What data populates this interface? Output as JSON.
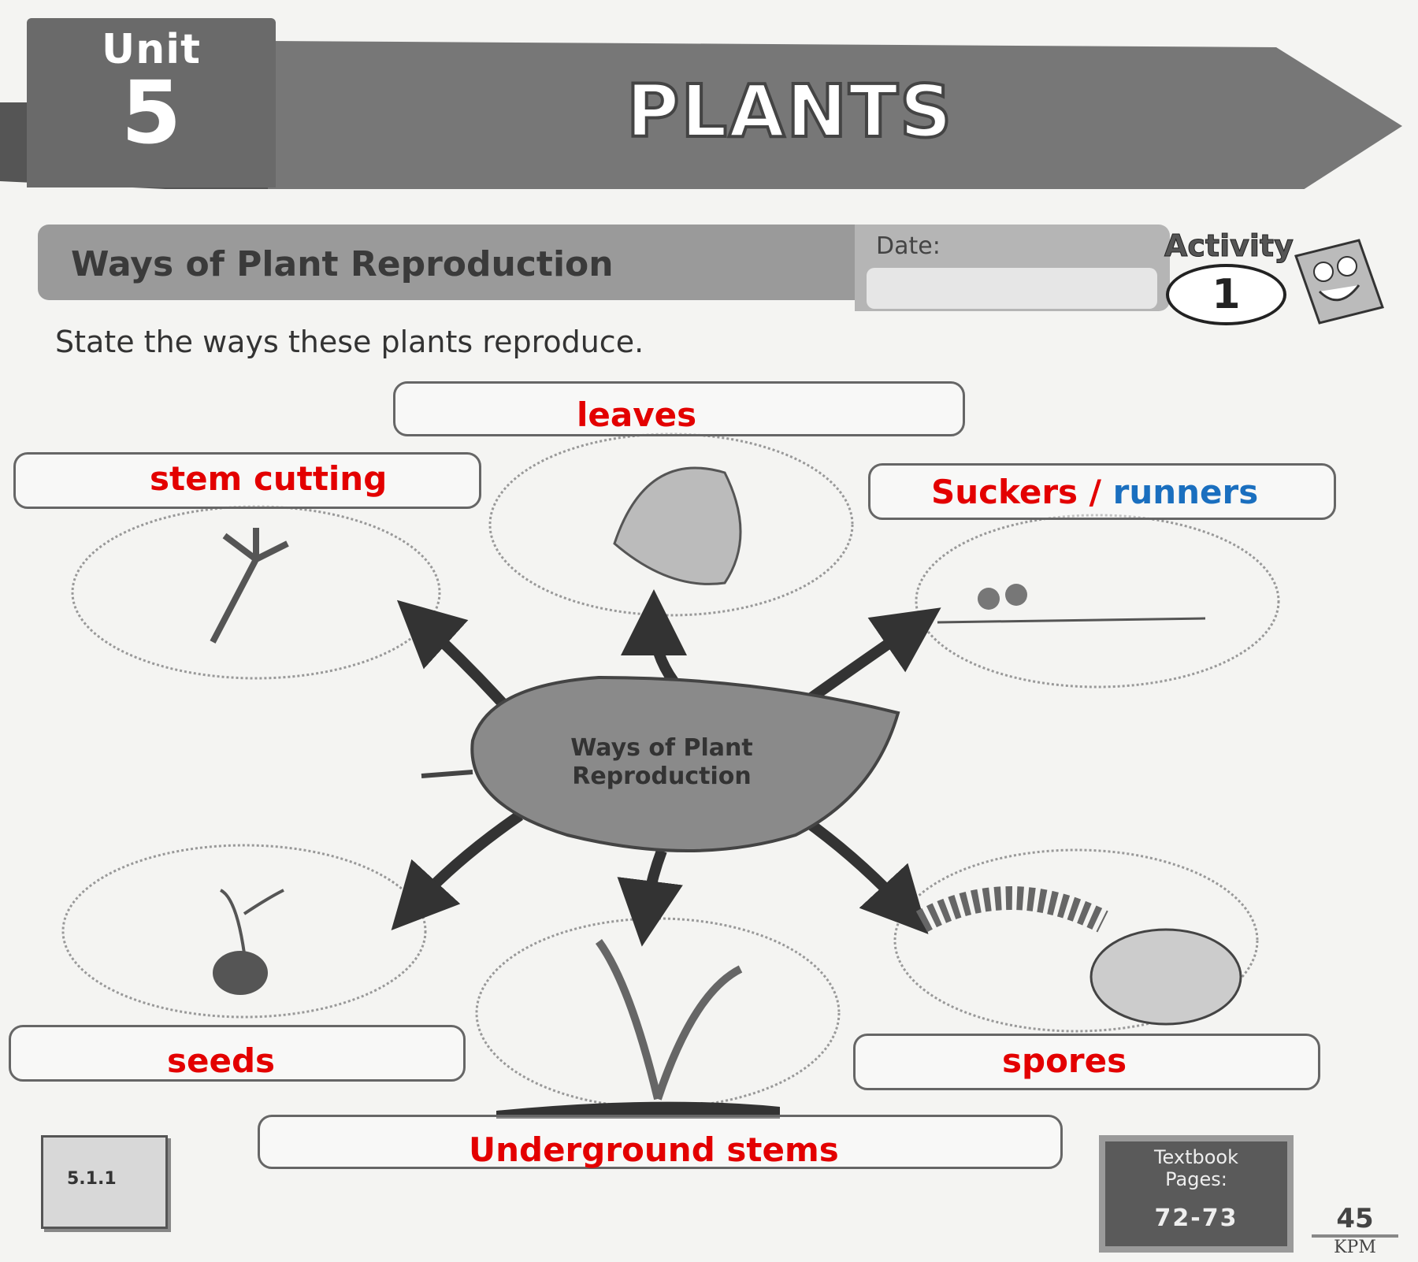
{
  "header": {
    "unit_label": "Unit",
    "unit_number": "5",
    "title": "PLANTS"
  },
  "activity": {
    "title": "Ways of Plant Reproduction",
    "date_label": "Date:",
    "date_value": "",
    "activity_label": "Activity",
    "activity_number": "1"
  },
  "instruction": "State the ways these plants reproduce.",
  "diagram": {
    "center_line1": "Ways of Plant",
    "center_line2": "Reproduction"
  },
  "answers": {
    "leaves": "leaves",
    "stem_cutting": "stem cutting",
    "suckers": "Suckers",
    "separator": "/",
    "runners": "runners",
    "seeds": "seeds",
    "spores": "spores",
    "underground_stems": "Underground stems"
  },
  "footer": {
    "standard_code": "5.1.1",
    "textbook_label1": "Textbook",
    "textbook_label2": "Pages:",
    "textbook_pages": "72-73",
    "page_number": "45",
    "publisher": "KPM"
  },
  "colors": {
    "answer_red": "#e30000",
    "answer_blue": "#1a6fbf"
  }
}
